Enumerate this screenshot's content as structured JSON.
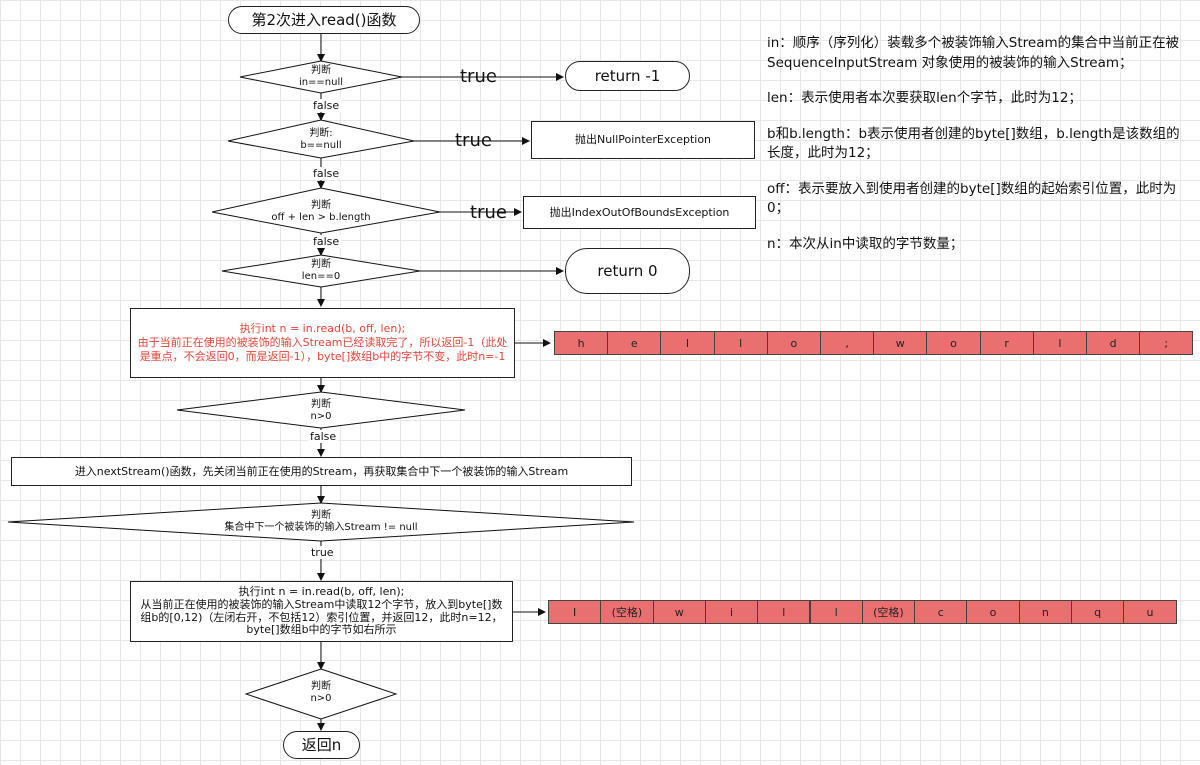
{
  "start": "第2次进入read()函数",
  "decisions": {
    "d1": [
      "判断",
      "in==null"
    ],
    "d2": [
      "判断:",
      "b==null"
    ],
    "d3": [
      "判断",
      "off + len > b.length"
    ],
    "d4": [
      "判断",
      "len==0"
    ],
    "d5": [
      "判断",
      "n>0"
    ],
    "d6": [
      "判断",
      "集合中下一个被装饰的输入Stream != null"
    ],
    "d7": [
      "判断",
      "n>0"
    ]
  },
  "outcomes": {
    "return_neg1": "return -1",
    "npe": "抛出NullPointerException",
    "ioobe": "抛出IndexOutOfBoundsException",
    "return0": "return 0",
    "return_n": "返回n"
  },
  "labels": {
    "true": "true",
    "false": "false"
  },
  "step1": "执行int n = in.read(b, off, len);\n由于当前正在使用的被装饰的输入Stream已经读取完了，所以返回-1（此处是重点，不会返回0，而是返回-1），byte[]数组b中的字节不变，此时n=-1",
  "step2": "进入nextStream()函数，先关闭当前正在使用的Stream，再获取集合中下一个被装饰的输入Stream",
  "step3": "执行int n = in.read(b, off, len);\n从当前正在使用的被装饰的输入Stream中读取12个字节，放入到byte[]数组b的[0,12)（左闭右开，不包括12）索引位置，并返回12，此时n=12，byte[]数组b中的字节如右所示",
  "array1": [
    "h",
    "e",
    "l",
    "l",
    "o",
    ",",
    "w",
    "o",
    "r",
    "l",
    "d",
    ";"
  ],
  "array2": [
    "I",
    "(空格)",
    "w",
    "i",
    "l",
    "l",
    "(空格)",
    "c",
    "o",
    "n",
    "q",
    "u"
  ],
  "notes": [
    "in：顺序（序列化）装载多个被装饰输入Stream的集合中当前正在被SequenceInputStream 对象使用的被装饰的输入Stream；",
    "len：表示使用者本次要获取len个字节，此时为12；",
    "b和b.length：b表示使用者创建的byte[]数组，b.length是该数组的长度，此时为12；",
    "off：表示要放入到使用者创建的byte[]数组的起始索引位置，此时为0；",
    "n：本次从in中读取的字节数量；"
  ],
  "colors": {
    "cell_fill": "#ea7070",
    "step_red_text": "#e0453a",
    "grid": "#e7e7e7"
  }
}
